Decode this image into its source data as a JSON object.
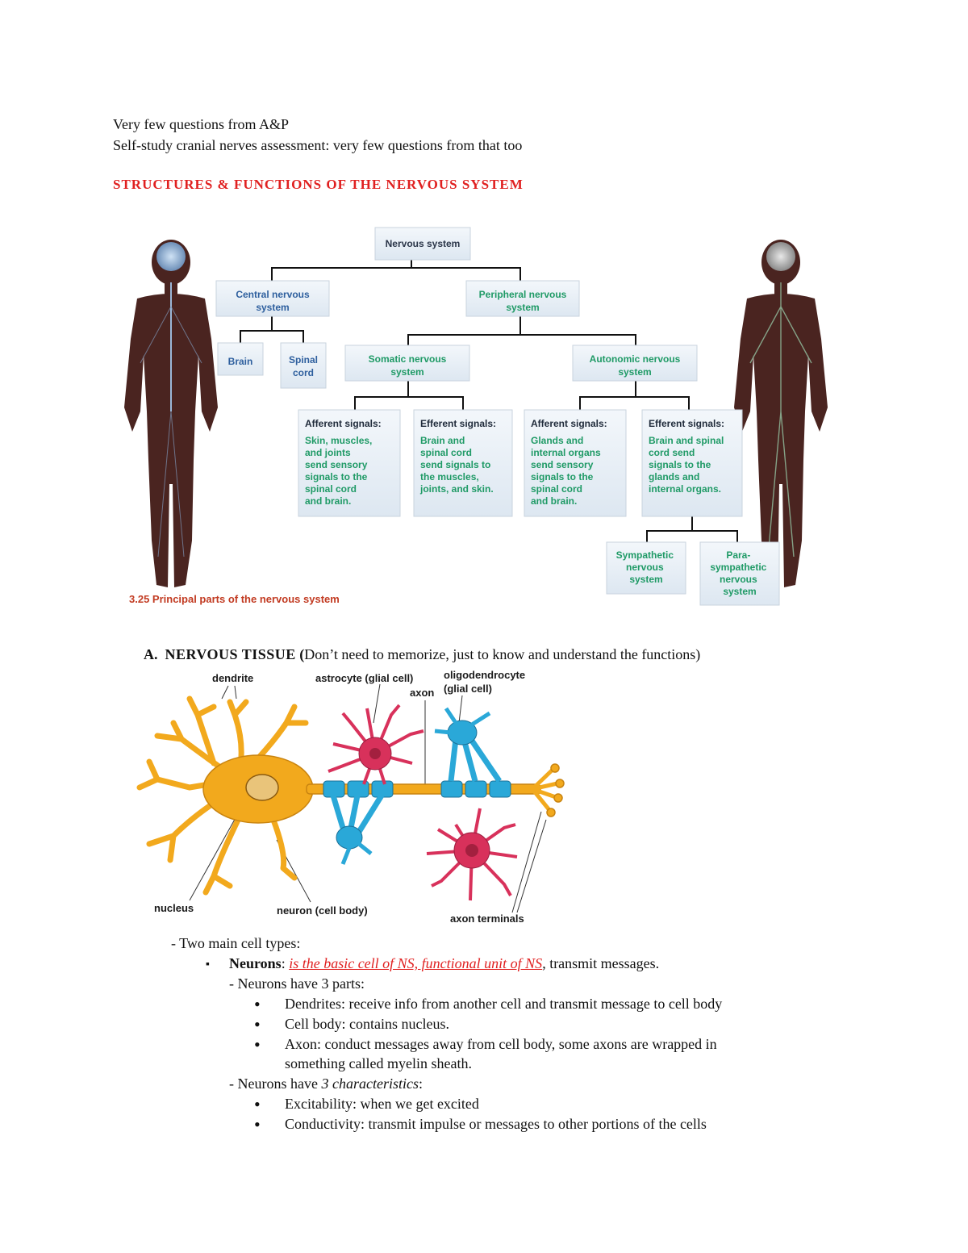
{
  "intro": {
    "line1": "Very few questions from A&P",
    "line2": "Self-study cranial nerves assessment: very few questions from that too"
  },
  "section_title": "STRUCTURES & FUNCTIONS OF THE NERVOUS SYSTEM",
  "flowchart": {
    "caption": "3.25  Principal parts of the nervous system",
    "root": "Nervous system",
    "cns": [
      "Central nervous",
      "system"
    ],
    "pns": [
      "Peripheral nervous",
      "system"
    ],
    "brain": "Brain",
    "spinal_cord": [
      "Spinal",
      "cord"
    ],
    "somatic": [
      "Somatic nervous",
      "system"
    ],
    "autonomic": [
      "Autonomic nervous",
      "system"
    ],
    "somatic_afferent": {
      "title": "Afferent signals:",
      "lines": [
        "Skin, muscles,",
        "and joints",
        "send sensory",
        "signals to the",
        "spinal cord",
        "and brain."
      ]
    },
    "somatic_efferent": {
      "title": "Efferent signals:",
      "lines": [
        "Brain and",
        "spinal cord",
        "send signals to",
        "the muscles,",
        "joints, and skin."
      ]
    },
    "auto_afferent": {
      "title": "Afferent signals:",
      "lines": [
        "Glands and",
        "internal organs",
        "send sensory",
        "signals to the",
        "spinal cord",
        "and brain."
      ]
    },
    "auto_efferent": {
      "title": "Efferent signals:",
      "lines": [
        "Brain and spinal",
        "cord send",
        "signals to the",
        "glands and",
        "internal organs."
      ]
    },
    "sympathetic": [
      "Sympathetic",
      "nervous",
      "system"
    ],
    "parasympathetic": [
      "Para-",
      "sympathetic",
      "nervous",
      "system"
    ]
  },
  "section_a": {
    "label": "A.",
    "title": "NERVOUS TISSUE",
    "paren_open": " (",
    "note": "Don’t need to memorize, just to know and understand the functions)"
  },
  "neuron_diagram": {
    "labels": {
      "dendrite": "dendrite",
      "astrocyte": "astrocyte (glial cell)",
      "axon": "axon",
      "oligo1": "oligodendrocyte",
      "oligo2": "(glial cell)",
      "nucleus": "nucleus",
      "cell_body": "neuron (cell body)",
      "terminals": "axon terminals"
    },
    "colors": {
      "neuron": "#f2a91d",
      "astrocyte": "#d8315b",
      "oligodendrocyte": "#2aa8d8"
    }
  },
  "notes": {
    "two_types": "- Two main cell types:",
    "neurons_label": "Neurons",
    "neurons_colon": ": ",
    "neurons_def": "is the basic cell of NS, functional unit of NS",
    "neurons_rest": ", transmit messages.",
    "parts_intro": "- Neurons have 3 parts:",
    "parts": [
      "Dendrites: receive info from another cell and transmit message to cell body",
      "Cell body: contains nucleus.",
      "Axon: conduct messages away from cell body, some axons are wrapped in"
    ],
    "parts_cont": "something called myelin sheath.",
    "char_intro_a": "- Neurons have ",
    "char_intro_b": "3 characteristics",
    "char_intro_c": ":",
    "characteristics": [
      "Excitability: when we get excited",
      "Conductivity: transmit impulse or messages to other portions of the cells"
    ]
  }
}
